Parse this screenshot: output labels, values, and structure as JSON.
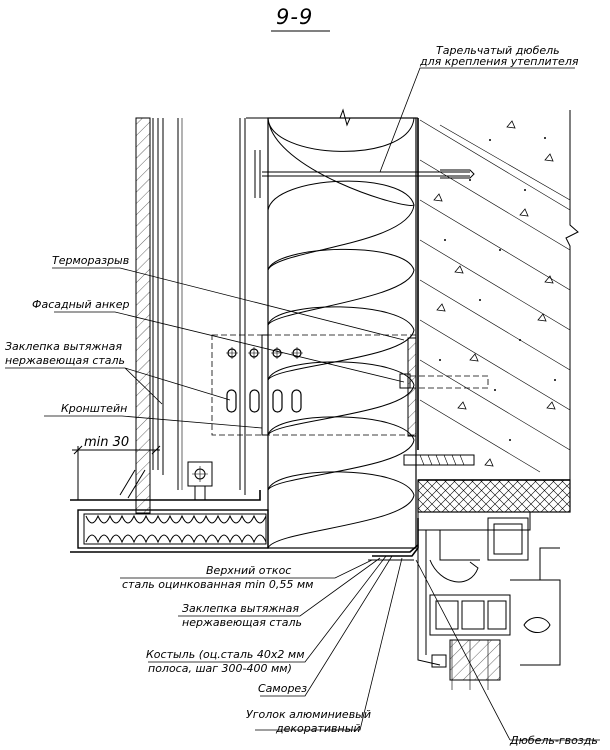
{
  "title": "9-9",
  "dimension": "min 30",
  "labels": {
    "dowel_top_1": "Тарельчатый дюбель",
    "dowel_top_2": "для крепления утеплителя",
    "thermal_break": "Терморазрыв",
    "facade_anchor": "Фасадный анкер",
    "rivet_1a": "Заклепка вытяжная",
    "rivet_1b": "нержавеющая сталь",
    "bracket": "Кронштейн",
    "upper_slope_1": "Верхний откос",
    "upper_slope_2": "сталь оцинкованная min 0,55 мм",
    "rivet_2a": "Заклепка вытяжная",
    "rivet_2b": "нержавеющая сталь",
    "crutch_1": "Костыль (оц.сталь 40х2 мм",
    "crutch_2": "полоса, шаг 300-400 мм)",
    "screw": "Саморез",
    "corner_1": "Уголок алюминиевый",
    "corner_2": "декоративный",
    "nail_dowel": "Дюбель-гвоздь"
  }
}
